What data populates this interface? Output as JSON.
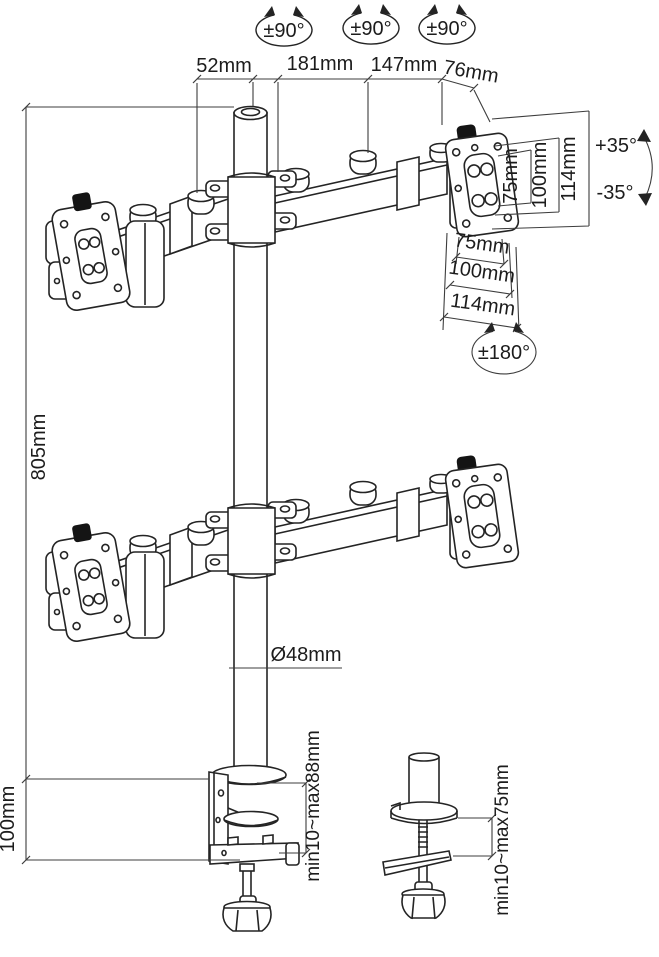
{
  "dims": {
    "top": {
      "seg1": "52mm",
      "seg2": "181mm",
      "seg3": "147mm",
      "seg4": "76mm"
    },
    "rotation": {
      "joint1": "±90°",
      "joint2": "±90°",
      "joint3": "±90°",
      "vesa": "±180°"
    },
    "tilt": {
      "up": "+35°",
      "down": "-35°"
    },
    "vesa_side": {
      "w75": "75mm",
      "w100": "100mm",
      "w114": "114mm"
    },
    "vesa_bottom": {
      "w75": "75mm",
      "w100": "100mm",
      "w114": "114mm"
    },
    "pole": {
      "height": "805mm",
      "diameter": "Ø48mm"
    },
    "clamp": {
      "bracket_height": "100mm",
      "desk_range": "min10~max88mm"
    },
    "grommet": {
      "desk_range": "min10~max75mm"
    }
  }
}
